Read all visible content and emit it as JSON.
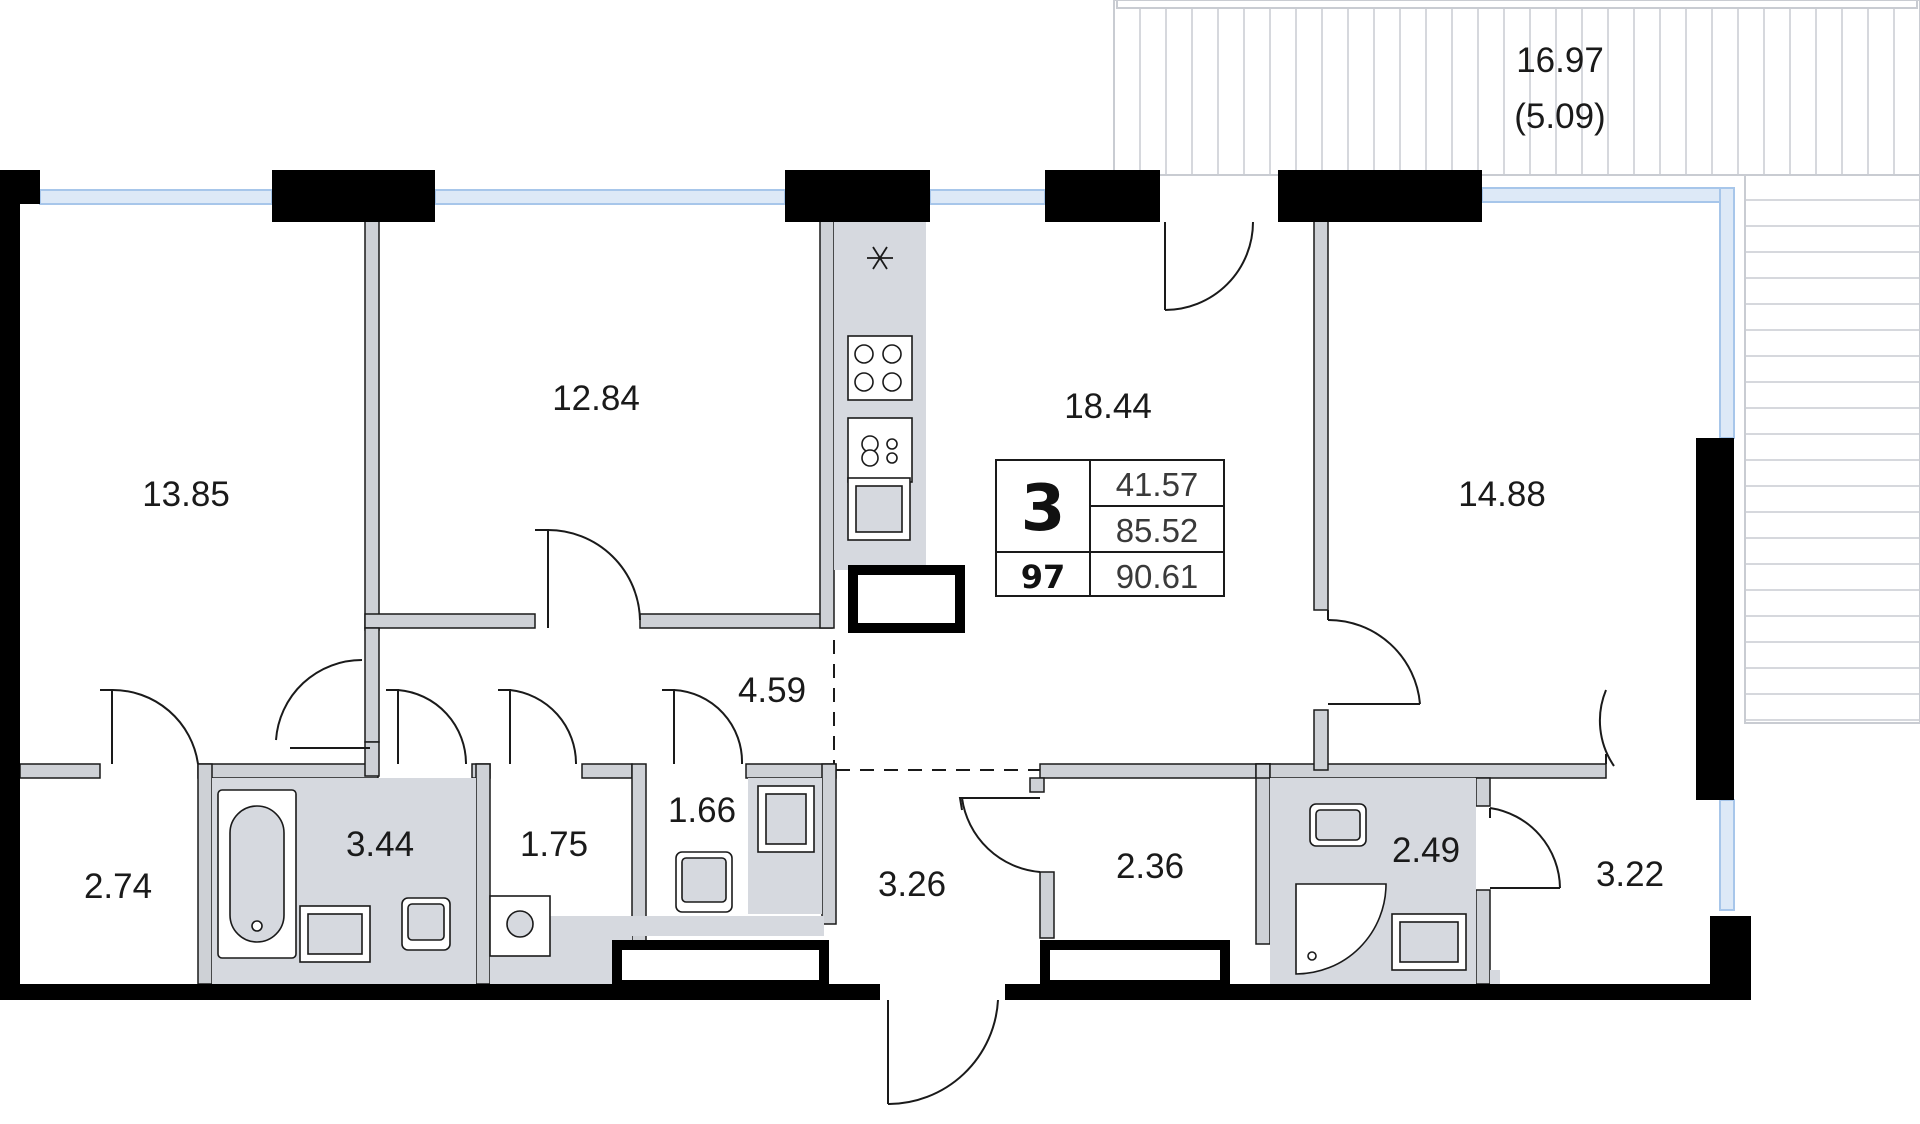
{
  "plan": {
    "rooms": [
      {
        "id": "balcony",
        "area": "16.97",
        "sub": "(5.09)"
      },
      {
        "id": "bedroom-left",
        "area": "13.85"
      },
      {
        "id": "bedroom-middle",
        "area": "12.84"
      },
      {
        "id": "kitchen-living",
        "area": "18.44"
      },
      {
        "id": "bedroom-right",
        "area": "14.88"
      },
      {
        "id": "hall",
        "area": "4.59"
      },
      {
        "id": "storage-left",
        "area": "2.74"
      },
      {
        "id": "bathroom",
        "area": "3.44"
      },
      {
        "id": "laundry",
        "area": "1.75"
      },
      {
        "id": "wc",
        "area": "1.66"
      },
      {
        "id": "entrance",
        "area": "3.26"
      },
      {
        "id": "closet",
        "area": "2.36"
      },
      {
        "id": "shower-room",
        "area": "2.49"
      },
      {
        "id": "dressing",
        "area": "3.22"
      }
    ],
    "card": {
      "rooms_count": "3",
      "apartment_number": "97",
      "living_area": "41.57",
      "total_area": "85.52",
      "total_with_balcony": "90.61"
    },
    "colors": {
      "wall": "#000000",
      "partition": "#c9ccd2",
      "window": "#bcd6f2",
      "fixture": "#d6d9df",
      "text": "#1a1a1a"
    },
    "icons": [
      "snowflake-icon",
      "cooktop-icon",
      "oven-icon",
      "sink-icon",
      "bathtub-icon",
      "toilet-icon",
      "washing-machine-icon",
      "shower-icon"
    ]
  }
}
